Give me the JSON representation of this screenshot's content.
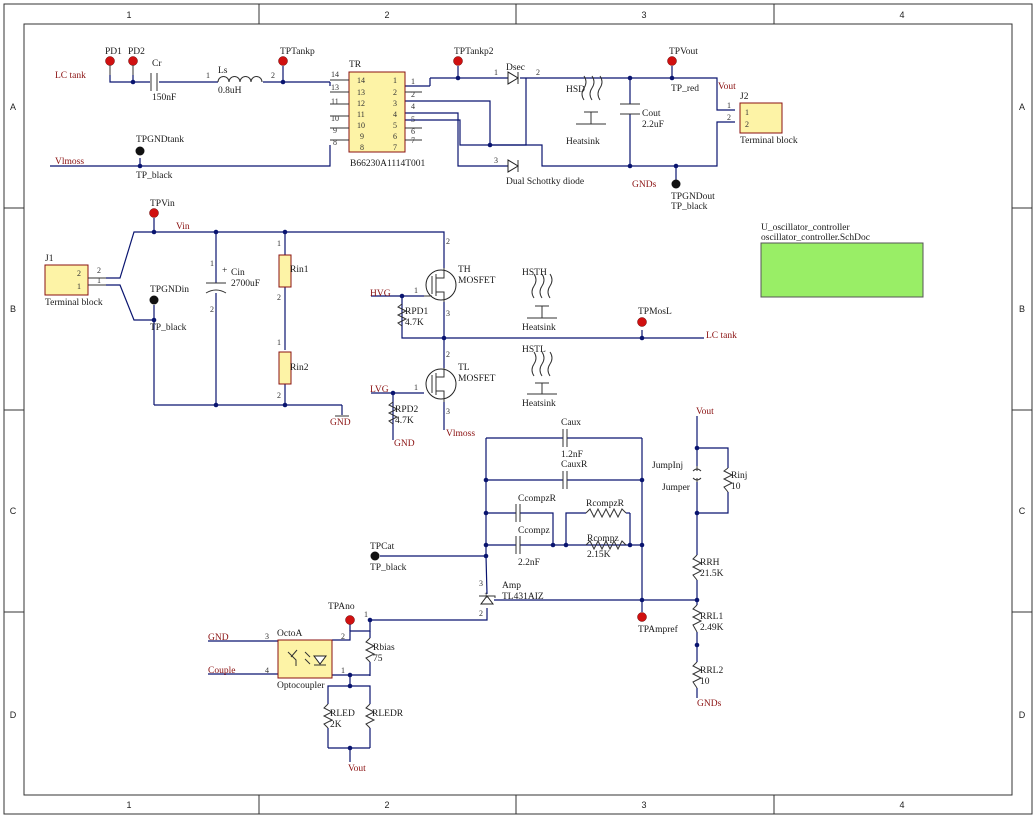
{
  "zones": {
    "cols": [
      "1",
      "2",
      "3",
      "4"
    ],
    "rows": [
      "A",
      "B",
      "C",
      "D"
    ]
  },
  "nets": {
    "lc_tank_in": "LC tank",
    "vlmoss_in": "Vlmoss",
    "vout_top": "Vout",
    "vin": "Vin",
    "hvg": "HVG",
    "lvg": "LVG",
    "lc_tank_out": "LC tank",
    "gnd_b": "GND",
    "gnd_rpd2": "GND",
    "vlmoss_tl": "Vlmoss",
    "gnds_cout": "GNDs",
    "vout_c": "Vout",
    "gnds_d": "GNDs",
    "gnd_opto": "GND",
    "couple": "Couple",
    "vout_d": "Vout"
  },
  "parts": {
    "pd1": "PD1",
    "pd2": "PD2",
    "cr": "Cr",
    "cr_val": "150nF",
    "ls": "Ls",
    "ls_val": "0.8uH",
    "tptankp": "TPTankp",
    "tr": "TR",
    "tr_val": "B66230A1114T001",
    "tptankp2": "TPTankp2",
    "dsec": "Dsec",
    "dsec_val": "Dual Schottky diode",
    "hsd": "HSD",
    "hsd_val": "Heatsink",
    "cout": "Cout",
    "cout_val": "2.2uF",
    "tpvout": "TPVout",
    "tp_red": "TP_red",
    "j2": "J2",
    "j2_val": "Terminal block",
    "tpgndtank": "TPGNDtank",
    "tpgndtank_val": "TP_black",
    "tpgndout": "TPGNDout",
    "tpgndout_val": "TP_black",
    "tpvin": "TPVin",
    "j1": "J1",
    "j1_val": "Terminal block",
    "tpgndin": "TPGNDin",
    "tpgndin_val": "TP_black",
    "cin": "Cin",
    "cin_val": "2700uF",
    "rin1": "Rin1",
    "rin2": "Rin2",
    "th": "TH",
    "th_val": "MOSFET",
    "tl": "TL",
    "tl_val": "MOSFET",
    "rpd1": "RPD1",
    "rpd1_val": "4.7K",
    "rpd2": "RPD2",
    "rpd2_val": "4.7K",
    "hsth": "HSTH",
    "hsth_val": "Heatsink",
    "hstl": "HSTL",
    "hstl_val": "Heatsink",
    "tpmosl": "TPMosL",
    "caux": "Caux",
    "caux_val": "1.2nF",
    "cauxr": "CauxR",
    "ccompzr": "CcompzR",
    "rcompzr": "RcompzR",
    "ccompz": "Ccompz",
    "ccompz_val": "2.2nF",
    "rcompz": "Rcompz",
    "rcompz_val": "2.15K",
    "tpcat": "TPCat",
    "tpcat_val": "TP_black",
    "amp": "Amp",
    "amp_val": "TL431AIZ",
    "tpampref": "TPAmpref",
    "jumpinj": "JumpInj",
    "jumpinj_val": "Jumper",
    "rinj": "Rinj",
    "rinj_val": "10",
    "rrh": "RRH",
    "rrh_val": "21.5K",
    "rrl1": "RRL1",
    "rrl1_val": "2.49K",
    "rrl2": "RRL2",
    "rrl2_val": "10",
    "tpano": "TPAno",
    "octoa": "OctoA",
    "octoa_val": "Optocoupler",
    "rbias": "Rbias",
    "rbias_val": "75",
    "rled": "RLED",
    "rled_val": "2K",
    "rledr": "RLEDR"
  },
  "sheet_symbol": {
    "designator": "U_oscillator_controller",
    "filename": "oscillator_controller.SchDoc",
    "fill": "#99ee66"
  },
  "colors": {
    "wire": "#0a1570",
    "net_label": "#8a1010",
    "part_fill": "#fdf3a6",
    "testpoint_red": "#d01010"
  }
}
